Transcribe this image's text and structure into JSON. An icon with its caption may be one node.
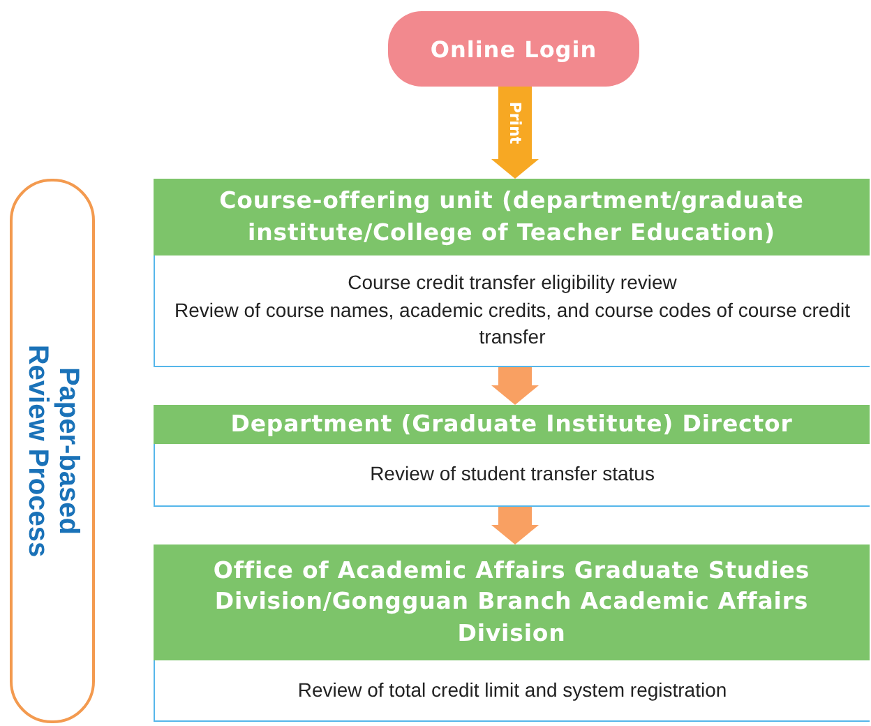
{
  "diagram": {
    "nodes": [
      {
        "text": [
          "Online Login"
        ]
      },
      {
        "text": [
          "Course-offering unit (department/graduate institute/College of Teacher Education)",
          "Course credit transfer eligibility review",
          "Review of course names, academic credits, and course codes of course credit transfer"
        ]
      },
      {
        "text": [
          "Department (Graduate Institute) Director",
          "Review of student transfer status"
        ]
      },
      {
        "text": [
          "Office of Academic Affairs Graduate Studies Division/Gongguan Branch Academic Affairs Division",
          "Review of total credit limit and system registration"
        ]
      },
      {
        "text": [
          "Paper-based Review Process"
        ]
      }
    ],
    "edges": [
      {
        "from": 0,
        "to": 1,
        "arrow": "to",
        "label": "Print",
        "color": "#f7a823"
      },
      {
        "from": 1,
        "to": 2,
        "arrow": "to"
      },
      {
        "from": 2,
        "to": 3,
        "arrow": "to"
      }
    ]
  }
}
